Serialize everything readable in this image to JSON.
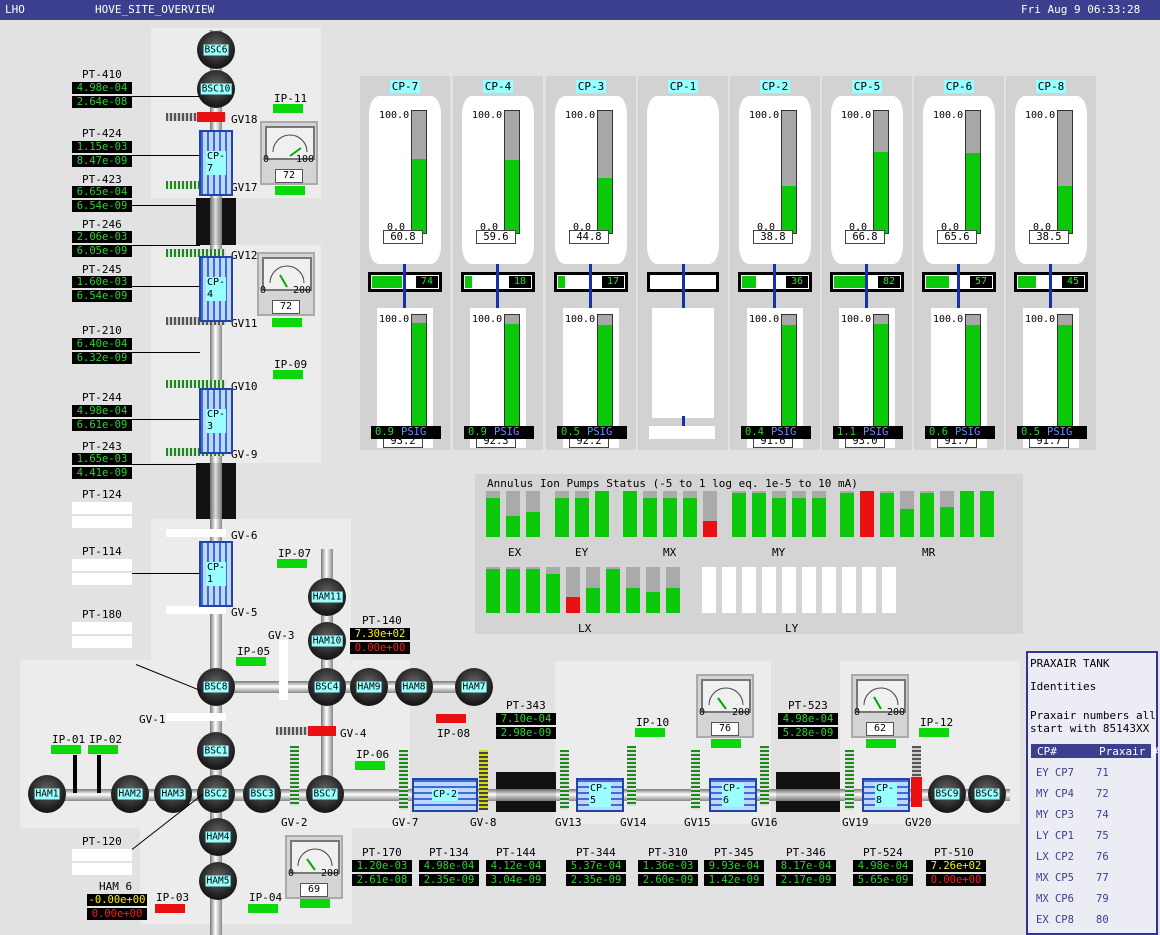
{
  "header": {
    "left": "LHO",
    "title": "HOVE_SITE_OVERVIEW",
    "datetime": "Fri Aug  9 06:33:28"
  },
  "colors": {
    "green": "#0bc80b",
    "red": "#e81010",
    "header_bg": "#3b3f8e",
    "cyan_label": "#99ffff"
  },
  "chambers": {
    "bsc6": "BSC6",
    "bsc10": "BSC10",
    "bsc8": "BSC8",
    "bsc4": "BSC4",
    "bsc1": "BSC1",
    "bsc2": "BSC2",
    "bsc3": "BSC3",
    "bsc7": "BSC7",
    "bsc9": "BSC9",
    "bsc5": "BSC5",
    "ham1": "HAM1",
    "ham2": "HAM2",
    "ham3": "HAM3",
    "ham4": "HAM4",
    "ham5": "HAM5",
    "ham7": "HAM7",
    "ham8": "HAM8",
    "ham9": "HAM9",
    "ham10": "HAM10",
    "ham11": "HAM11"
  },
  "pressure": {
    "pt410": {
      "name": "PT-410",
      "a": "4.98e-04",
      "b": "2.64e-08"
    },
    "pt424": {
      "name": "PT-424",
      "a": "1.15e-03",
      "b": "8.47e-09"
    },
    "pt423": {
      "name": "PT-423",
      "a": "6.65e-04",
      "b": "6.54e-09"
    },
    "pt246": {
      "name": "PT-246",
      "a": "2.06e-03",
      "b": "6.05e-09"
    },
    "pt245": {
      "name": "PT-245",
      "a": "1.60e-03",
      "b": "6.54e-09"
    },
    "pt210": {
      "name": "PT-210",
      "a": "6.40e-04",
      "b": "6.32e-09"
    },
    "pt244": {
      "name": "PT-244",
      "a": "4.98e-04",
      "b": "6.61e-09"
    },
    "pt243": {
      "name": "PT-243",
      "a": "1.65e-03",
      "b": "4.41e-09"
    },
    "pt124": {
      "name": "PT-124"
    },
    "pt114": {
      "name": "PT-114"
    },
    "pt180": {
      "name": "PT-180"
    },
    "pt120": {
      "name": "PT-120"
    },
    "pt140": {
      "name": "PT-140",
      "a": "7.30e+02",
      "b": "0.00e+00"
    },
    "ham6": {
      "name": "HAM 6",
      "a": "-0.00e+00",
      "b": "0.00e+00"
    },
    "pt343": {
      "name": "PT-343",
      "a": "7.10e-04",
      "b": "2.98e-09"
    },
    "pt523": {
      "name": "PT-523",
      "a": "4.98e-04",
      "b": "5.28e-09"
    },
    "pt170": {
      "name": "PT-170",
      "a": "1.20e-03",
      "b": "2.61e-08"
    },
    "pt134": {
      "name": "PT-134",
      "a": "4.98e-04",
      "b": "2.35e-09"
    },
    "pt144": {
      "name": "PT-144",
      "a": "4.12e-04",
      "b": "3.04e-09"
    },
    "pt344": {
      "name": "PT-344",
      "a": "5.37e-04",
      "b": "2.35e-09"
    },
    "pt310": {
      "name": "PT-310",
      "a": "1.36e-03",
      "b": "2.60e-09"
    },
    "pt345": {
      "name": "PT-345",
      "a": "9.93e-04",
      "b": "1.42e-09"
    },
    "pt346": {
      "name": "PT-346",
      "a": "8.17e-04",
      "b": "2.17e-09"
    },
    "pt524": {
      "name": "PT-524",
      "a": "4.98e-04",
      "b": "5.65e-09"
    },
    "pt510": {
      "name": "PT-510",
      "a": "7.26e+02",
      "b": "0.00e+00"
    }
  },
  "ion_pumps": [
    "IP-11",
    "IP-09",
    "IP-07",
    "IP-05",
    "IP-08",
    "IP-06",
    "IP-01",
    "IP-02",
    "IP-03",
    "IP-04",
    "IP-10",
    "IP-12"
  ],
  "gate_valves": [
    "GV18",
    "GV17",
    "GV12",
    "GV11",
    "GV10",
    "GV-9",
    "GV-6",
    "GV-5",
    "GV-3",
    "GV-1",
    "GV-4",
    "GV-2",
    "GV-7",
    "GV-8",
    "GV13",
    "GV14",
    "GV15",
    "GV16",
    "GV19",
    "GV20"
  ],
  "cryopump_labels": {
    "cp7": "CP-7",
    "cp4": "CP-4",
    "cp3": "CP-3",
    "cp1": "CP-1",
    "cp2": "CP-2",
    "cp5": "CP-5",
    "cp6": "CP-6",
    "cp8": "CP-8"
  },
  "dial_gauges": [
    {
      "lo": "0",
      "hi": "100",
      "value": "72"
    },
    {
      "lo": "0",
      "hi": "200",
      "value": "72"
    },
    {
      "lo": "0",
      "hi": "200",
      "value": "69"
    },
    {
      "lo": "0",
      "hi": "200",
      "value": "76"
    },
    {
      "lo": "0",
      "hi": "200",
      "value": "62"
    }
  ],
  "cp_tanks": [
    {
      "name": "CP-7",
      "top_level": 60.8,
      "top_value": "60.8",
      "flow": 74,
      "flow_label": "74",
      "bottom_level": 93.2,
      "bottom_value": "93.2",
      "psig": "0.9",
      "unit": "PSIG",
      "hi": "100.0",
      "lo": "0.0"
    },
    {
      "name": "CP-4",
      "top_level": 59.6,
      "top_value": "59.6",
      "flow": 18,
      "flow_label": "18",
      "bottom_level": 92.3,
      "bottom_value": "92.3",
      "psig": "0.9",
      "unit": "PSIG",
      "hi": "100.0",
      "lo": "0.0"
    },
    {
      "name": "CP-3",
      "top_level": 44.8,
      "top_value": "44.8",
      "flow": 17,
      "flow_label": "17",
      "bottom_level": 92.2,
      "bottom_value": "92.2",
      "psig": "0.5",
      "unit": "PSIG",
      "hi": "100.0",
      "lo": "0.0"
    },
    {
      "name": "CP-1",
      "offline": true
    },
    {
      "name": "CP-2",
      "top_level": 38.8,
      "top_value": "38.8",
      "flow": 36,
      "flow_label": "36",
      "bottom_level": 91.6,
      "bottom_value": "91.6",
      "psig": "0.4",
      "unit": "PSIG",
      "hi": "100.0",
      "lo": "0.0"
    },
    {
      "name": "CP-5",
      "top_level": 66.8,
      "top_value": "66.8",
      "flow": 82,
      "flow_label": "82",
      "bottom_level": 93.0,
      "bottom_value": "93.0",
      "psig": "1.1",
      "unit": "PSIG",
      "hi": "100.0",
      "lo": "0.0"
    },
    {
      "name": "CP-6",
      "top_level": 65.6,
      "top_value": "65.6",
      "flow": 57,
      "flow_label": "57",
      "bottom_level": 91.7,
      "bottom_value": "91.7",
      "psig": "0.6",
      "unit": "PSIG",
      "hi": "100.0",
      "lo": "0.0"
    },
    {
      "name": "CP-8",
      "top_level": 38.5,
      "top_value": "38.5",
      "flow": 45,
      "flow_label": "45",
      "bottom_level": 91.7,
      "bottom_value": "91.7",
      "psig": "0.5",
      "unit": "PSIG",
      "hi": "100.0",
      "lo": "0.0"
    }
  ],
  "annulus": {
    "title": "Annulus Ion Pumps Status (-5 to 1 log eq. 1e-5 to 10 mA)",
    "groups": [
      {
        "label": "EX",
        "levels": [
          0.85,
          0.45,
          0.55
        ],
        "status": [
          "ok",
          "ok",
          "ok"
        ]
      },
      {
        "label": "EY",
        "levels": [
          0.85,
          0.85,
          1.0
        ],
        "status": [
          "ok",
          "ok",
          "ok"
        ]
      },
      {
        "label": "MX",
        "levels": [
          1.0,
          0.85,
          0.85,
          0.85,
          0.35
        ],
        "status": [
          "ok",
          "ok",
          "ok",
          "ok",
          "alarm"
        ]
      },
      {
        "label": "MY",
        "levels": [
          0.95,
          0.95,
          0.85,
          0.85,
          0.85
        ],
        "status": [
          "ok",
          "ok",
          "ok",
          "ok",
          "ok"
        ]
      },
      {
        "label": "MR",
        "levels": [
          0.95,
          1.0,
          0.95,
          0.6,
          0.95,
          0.65,
          1.0,
          1.0
        ],
        "status": [
          "ok",
          "alarm",
          "ok",
          "ok",
          "ok",
          "ok",
          "ok",
          "ok"
        ]
      },
      {
        "label": "LX",
        "levels": [
          0.95,
          0.95,
          0.95,
          0.85,
          0.35,
          0.55,
          0.95,
          0.55,
          0.45,
          0.55
        ],
        "status": [
          "ok",
          "ok",
          "ok",
          "ok",
          "alarm",
          "ok",
          "ok",
          "ok",
          "ok",
          "ok"
        ]
      },
      {
        "label": "LY",
        "offline_count": 10
      }
    ]
  },
  "praxair": {
    "title": "PRAXAIR TANK",
    "subtitle": "Identities",
    "note_line1": "Praxair numbers all",
    "note_line2": "start with 85143XX",
    "col1": "CP#",
    "col2": "Praxair #",
    "rows": [
      {
        "cp": "EY CP7",
        "num": "71"
      },
      {
        "cp": "MY CP4",
        "num": "72"
      },
      {
        "cp": "MY CP3",
        "num": "74"
      },
      {
        "cp": "LY CP1",
        "num": "75"
      },
      {
        "cp": "LX CP2",
        "num": "76"
      },
      {
        "cp": "MX CP5",
        "num": "77"
      },
      {
        "cp": "MX CP6",
        "num": "79"
      },
      {
        "cp": "EX CP8",
        "num": "80"
      }
    ]
  }
}
